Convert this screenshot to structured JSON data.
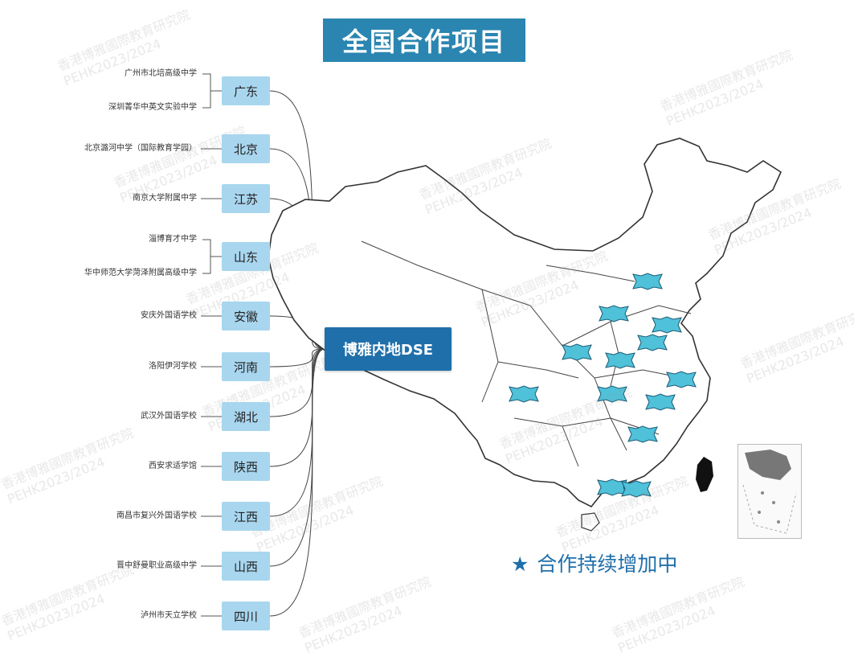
{
  "title": "全国合作项目",
  "hub_label": "博雅内地DSE",
  "footer": {
    "star": "★",
    "text": "合作持续增加中"
  },
  "watermark": {
    "line1": "香港博雅國際教育研究院",
    "line2": "PEHK2023/2024"
  },
  "colors": {
    "title_bg": "#2a86b0",
    "hub_bg": "#1f6fab",
    "province_bg": "#a9d6ef",
    "marker": "#4fc1d8",
    "accent": "#1f6fab"
  },
  "provinces": [
    {
      "name": "广东",
      "schools": [
        "广州市北培高级中学",
        "深圳菁华中英文实验中学"
      ]
    },
    {
      "name": "北京",
      "schools": [
        "北京潞河中学（国际教育学园）"
      ]
    },
    {
      "name": "江苏",
      "schools": [
        "南京大学附属中学"
      ]
    },
    {
      "name": "山东",
      "schools": [
        "淄博育才中学",
        "华中师范大学菏泽附属高级中学"
      ]
    },
    {
      "name": "安徽",
      "schools": [
        "安庆外国语学校"
      ]
    },
    {
      "name": "河南",
      "schools": [
        "洛阳伊河学校"
      ]
    },
    {
      "name": "湖北",
      "schools": [
        "武汉外国语学校"
      ]
    },
    {
      "name": "陕西",
      "schools": [
        "西安求适学馆"
      ]
    },
    {
      "name": "江西",
      "schools": [
        "南昌市复兴外国语学校"
      ]
    },
    {
      "name": "山西",
      "schools": [
        "晋中舒曼职业高级中学"
      ]
    },
    {
      "name": "四川",
      "schools": [
        "泸州市天立学校"
      ]
    }
  ]
}
